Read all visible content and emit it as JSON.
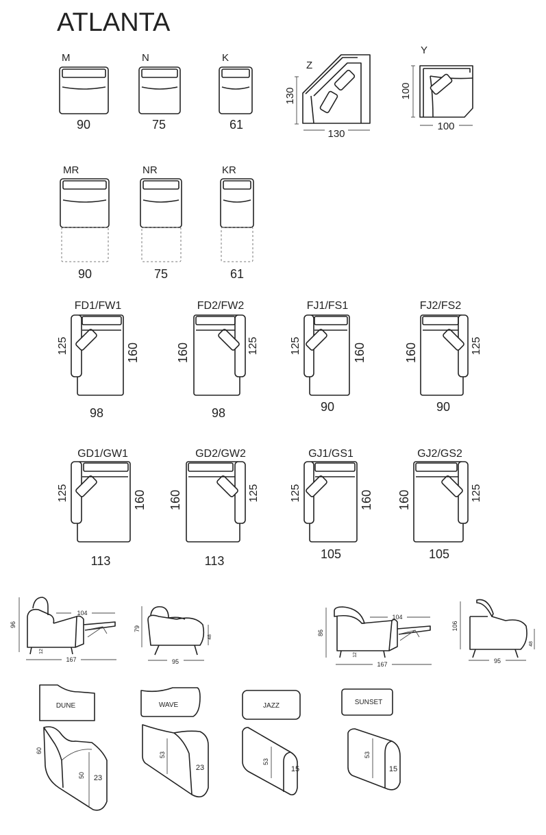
{
  "title": "ATLANTA",
  "row1": [
    {
      "code": "M",
      "width": "90"
    },
    {
      "code": "N",
      "width": "75"
    },
    {
      "code": "K",
      "width": "61"
    }
  ],
  "corner_z": {
    "code": "Z",
    "depth": "130",
    "width": "130"
  },
  "corner_y": {
    "code": "Y",
    "depth": "100",
    "width": "100"
  },
  "row2": [
    {
      "code": "MR",
      "width": "90"
    },
    {
      "code": "NR",
      "width": "75"
    },
    {
      "code": "KR",
      "width": "61"
    }
  ],
  "row3": [
    {
      "code": "FD1/FW1",
      "width": "98",
      "left_dim": "125",
      "right_dim": "160"
    },
    {
      "code": "FD2/FW2",
      "width": "98",
      "left_dim": "160",
      "right_dim": "125"
    },
    {
      "code": "FJ1/FS1",
      "width": "90",
      "left_dim": "125",
      "right_dim": "160"
    },
    {
      "code": "FJ2/FS2",
      "width": "90",
      "left_dim": "160",
      "right_dim": "125"
    }
  ],
  "row4": [
    {
      "code": "GD1/GW1",
      "width": "113",
      "left_dim": "125",
      "right_dim": "160"
    },
    {
      "code": "GD2/GW2",
      "width": "113",
      "left_dim": "160",
      "right_dim": "125"
    },
    {
      "code": "GJ1/GS1",
      "width": "105",
      "left_dim": "125",
      "right_dim": "160"
    },
    {
      "code": "GJ2/GS2",
      "width": "105",
      "left_dim": "160",
      "right_dim": "125"
    }
  ],
  "side_views": [
    {
      "height": "96",
      "reclined": "104",
      "seat": "12",
      "length": "167"
    },
    {
      "height": "79",
      "seat_height": "48",
      "length": "95"
    },
    {
      "height": "86",
      "reclined": "104",
      "seat": "12",
      "length": "167"
    },
    {
      "height": "106",
      "seat_height": "48",
      "length": "95"
    }
  ],
  "arms": [
    {
      "name": "DUNE",
      "height": "60",
      "inner": "50",
      "depth": "23"
    },
    {
      "name": "WAVE",
      "height": "53",
      "depth": "23"
    },
    {
      "name": "JAZZ",
      "height": "53",
      "depth": "15"
    },
    {
      "name": "SUNSET",
      "height": "53",
      "depth": "15"
    }
  ]
}
